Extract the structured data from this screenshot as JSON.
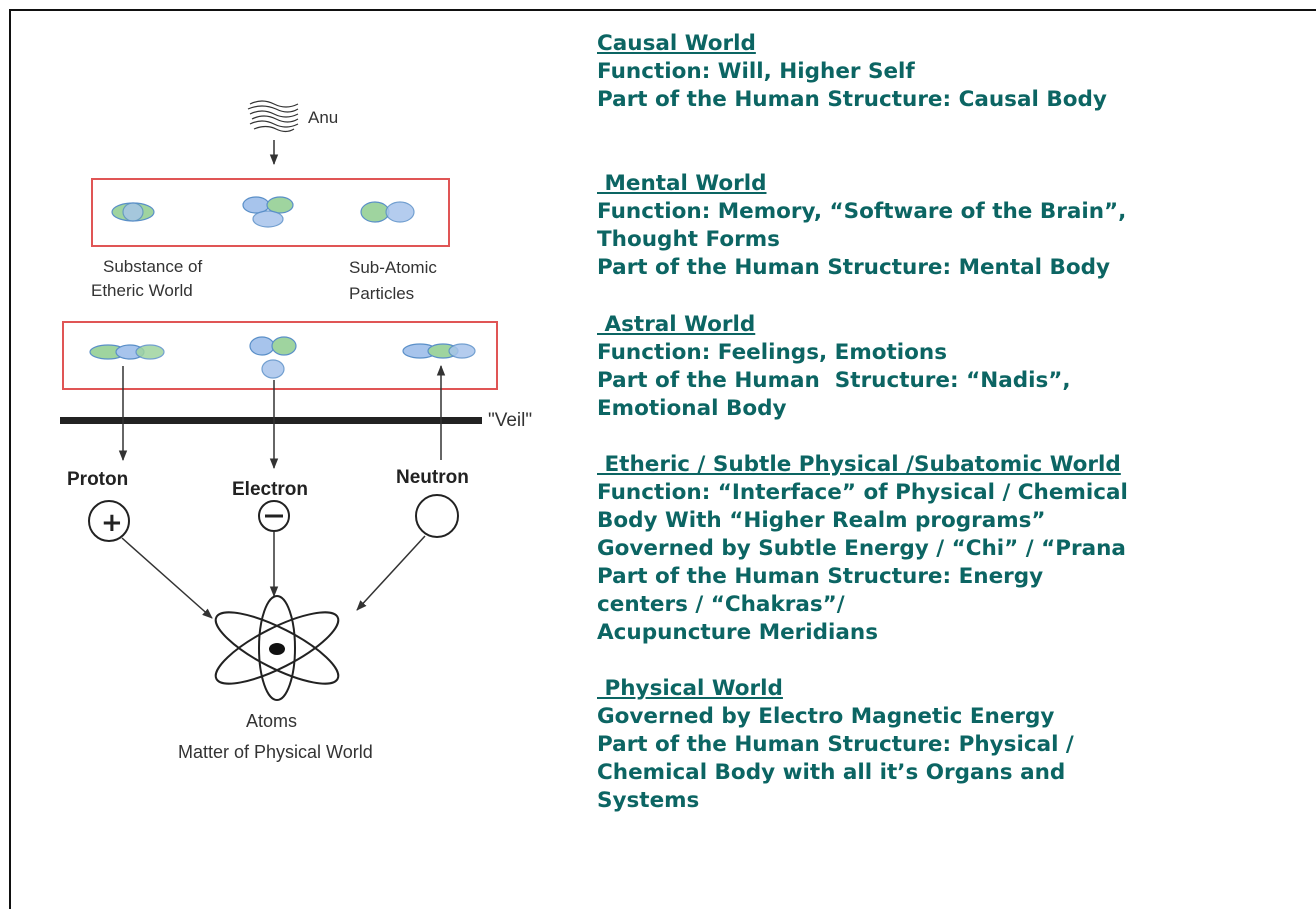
{
  "diagram": {
    "anu_label": "Anu",
    "etheric_label_1": "Substance of",
    "etheric_label_2": "Etheric World",
    "subatomic_label_1": "Sub-Atomic",
    "subatomic_label_2": "Particles",
    "veil_label": "\"Veil\"",
    "proton_label": "Proton",
    "electron_label": "Electron",
    "neutron_label": "Neutron",
    "proton_symbol": "+",
    "atoms_label_1": "Atoms",
    "atoms_label_2": "Matter of Physical World",
    "box_color": "#e05555",
    "particle_colors": [
      "#7ec87e",
      "#8fb0e0"
    ]
  },
  "worlds": [
    {
      "title": "Causal World",
      "lines": [
        "Function: Will, Higher Self",
        "Part of the Human Structure: Causal Body"
      ]
    },
    {
      "title": " Mental World",
      "lines": [
        "Function: Memory, “Software of the Brain”,",
        "Thought Forms",
        "Part of the Human Structure: Mental Body"
      ]
    },
    {
      "title": " Astral World",
      "lines": [
        "Function: Feelings, Emotions",
        "Part of the Human  Structure: “Nadis”,",
        "Emotional Body"
      ]
    },
    {
      "title": " Etheric / Subtle Physical /Subatomic World",
      "lines": [
        "Function: “Interface” of Physical / Chemical",
        "Body With “Higher Realm programs”",
        "Governed by Subtle Energy / “Chi” / “Prana",
        "Part of the Human Structure: Energy",
        "centers / “Chakras”/",
        "Acupuncture Meridians"
      ]
    },
    {
      "title": " Physical World",
      "lines": [
        "Governed by Electro Magnetic Energy",
        "Part of the Human Structure: Physical /",
        "Chemical Body with all it’s Organs and",
        "Systems"
      ]
    }
  ],
  "text_color": "#0c6563"
}
